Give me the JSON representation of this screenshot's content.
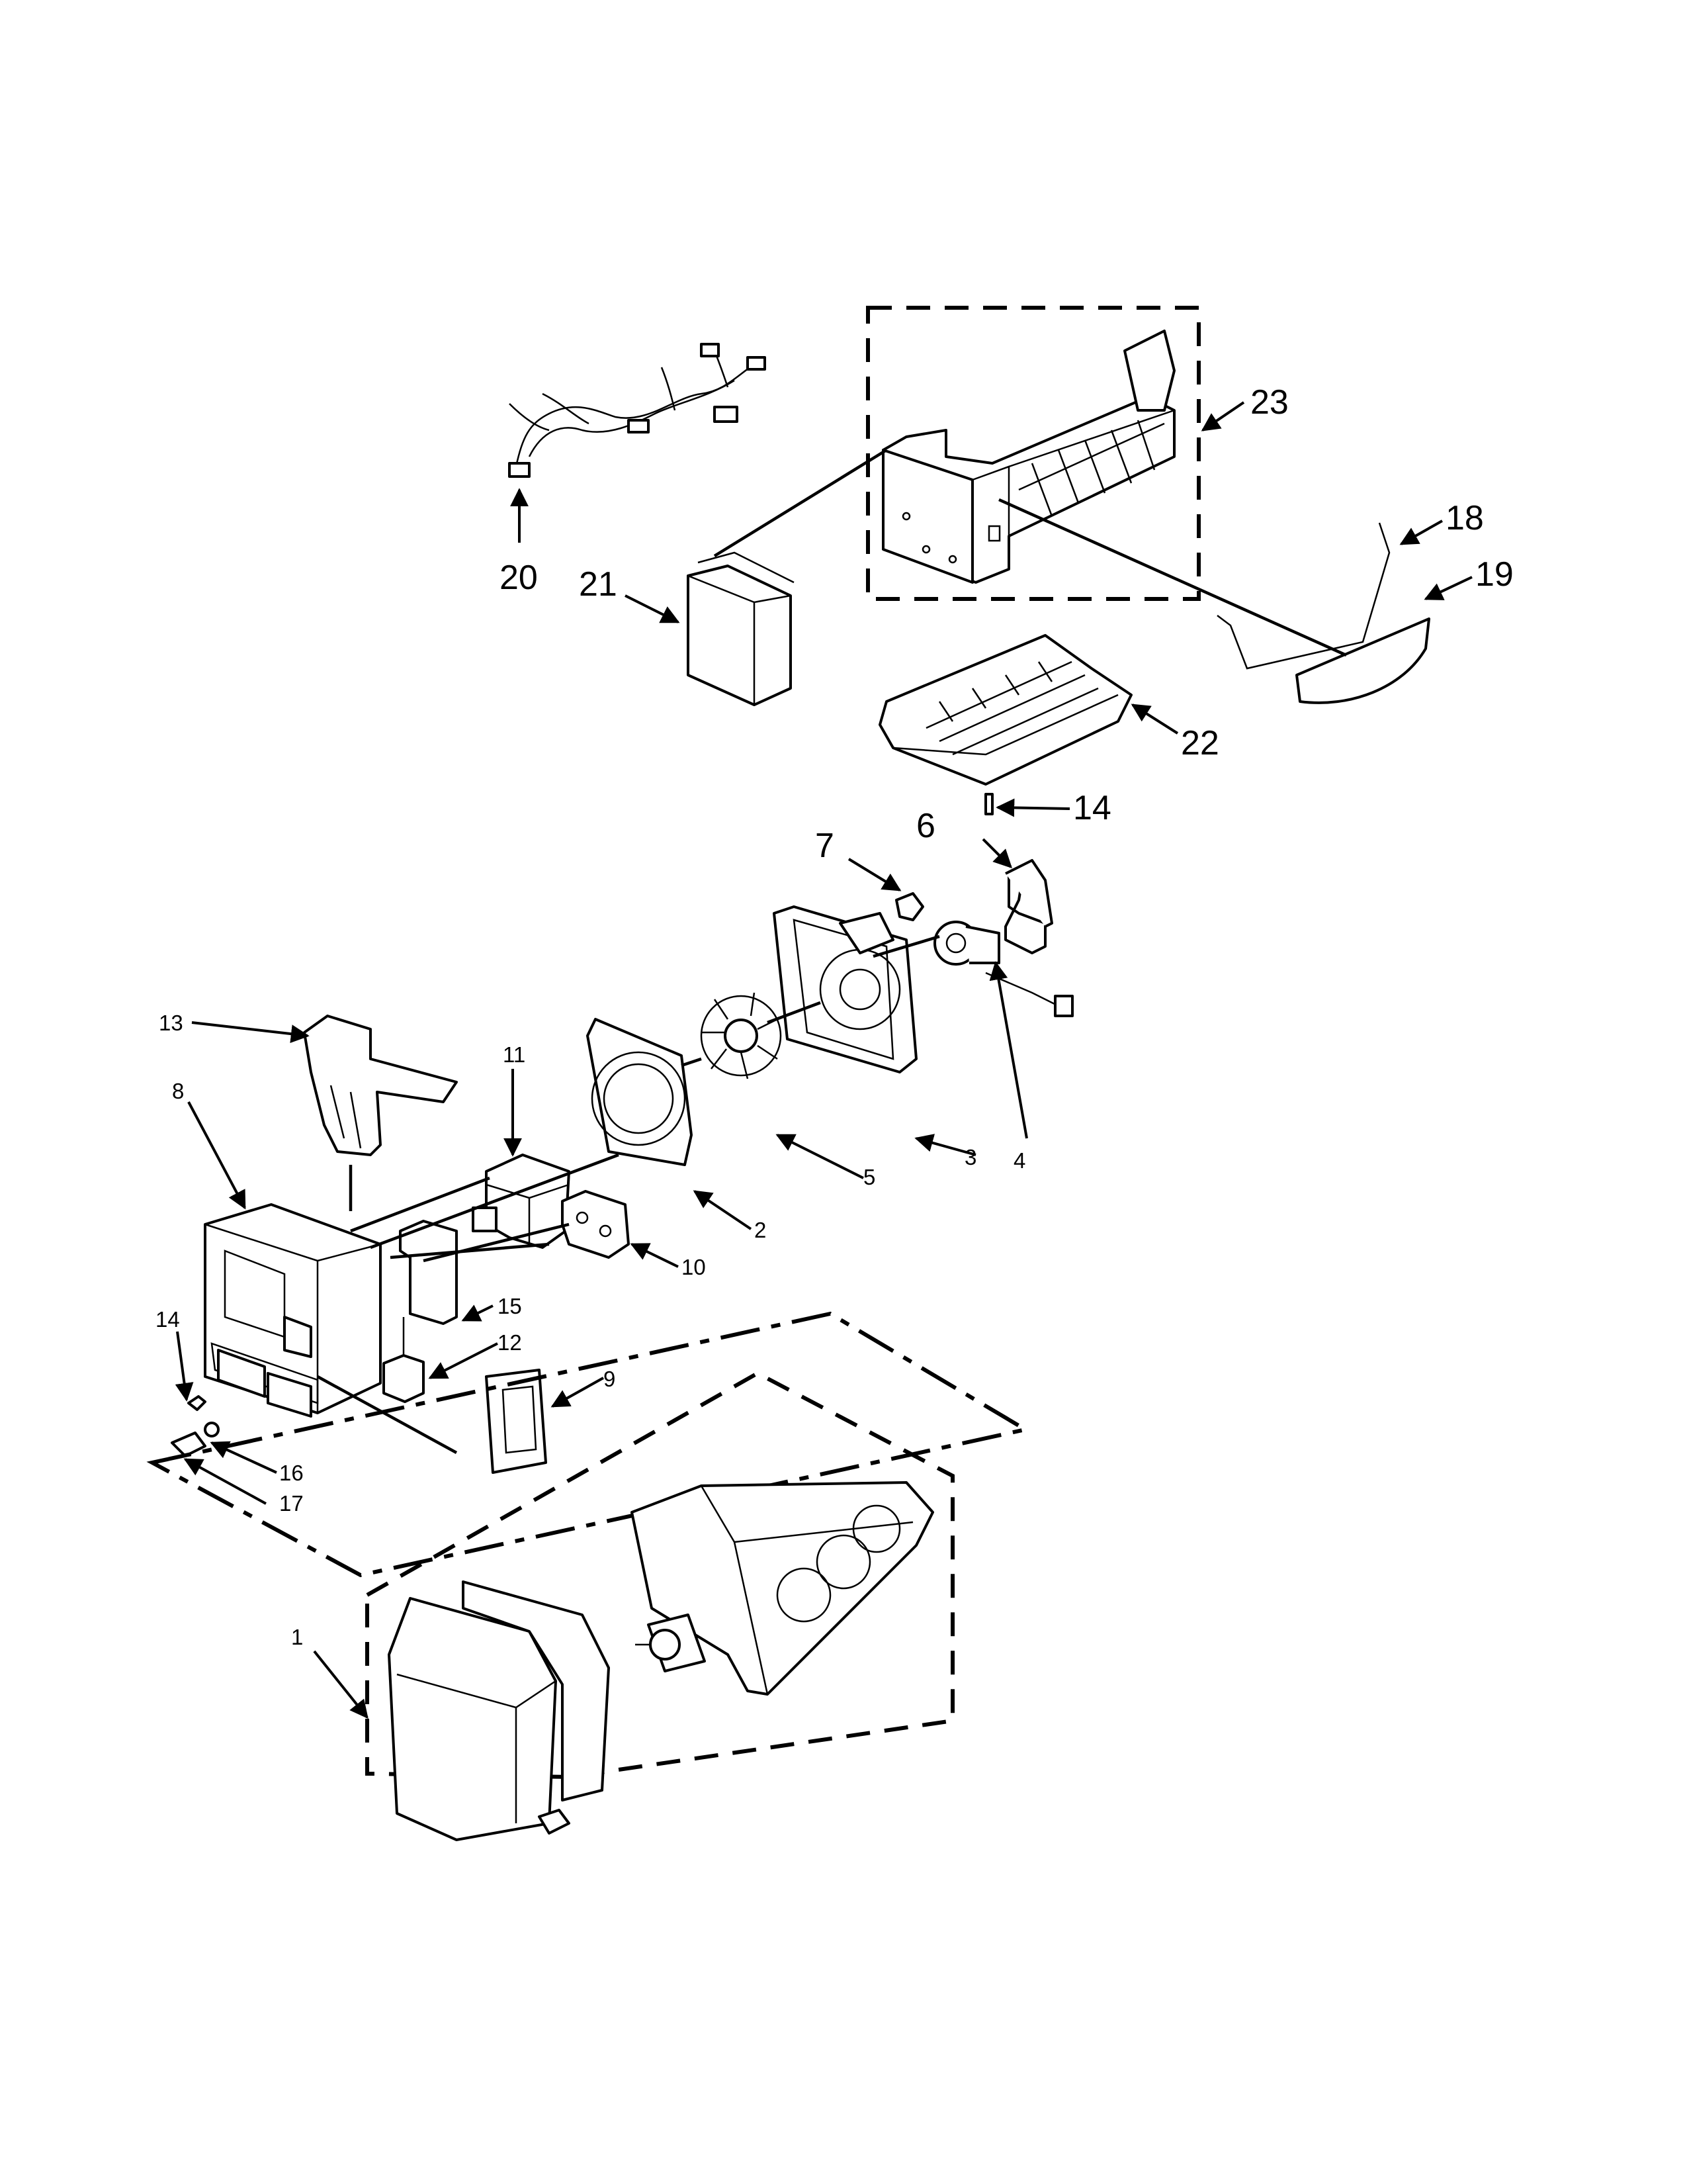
{
  "diagram": {
    "callouts": [
      {
        "id": "1",
        "text": "1"
      },
      {
        "id": "2",
        "text": "2"
      },
      {
        "id": "3",
        "text": "3"
      },
      {
        "id": "4",
        "text": "4"
      },
      {
        "id": "5",
        "text": "5"
      },
      {
        "id": "6",
        "text": "6"
      },
      {
        "id": "7",
        "text": "7"
      },
      {
        "id": "8",
        "text": "8"
      },
      {
        "id": "9",
        "text": "9"
      },
      {
        "id": "10",
        "text": "10"
      },
      {
        "id": "11",
        "text": "11"
      },
      {
        "id": "12",
        "text": "12"
      },
      {
        "id": "13",
        "text": "13"
      },
      {
        "id": "14a",
        "text": "14"
      },
      {
        "id": "14b",
        "text": "14"
      },
      {
        "id": "15",
        "text": "15"
      },
      {
        "id": "16",
        "text": "16"
      },
      {
        "id": "17",
        "text": "17"
      },
      {
        "id": "18",
        "text": "18"
      },
      {
        "id": "19",
        "text": "19"
      },
      {
        "id": "20",
        "text": "20"
      },
      {
        "id": "21",
        "text": "21"
      },
      {
        "id": "22",
        "text": "22"
      },
      {
        "id": "23",
        "text": "23"
      }
    ]
  }
}
